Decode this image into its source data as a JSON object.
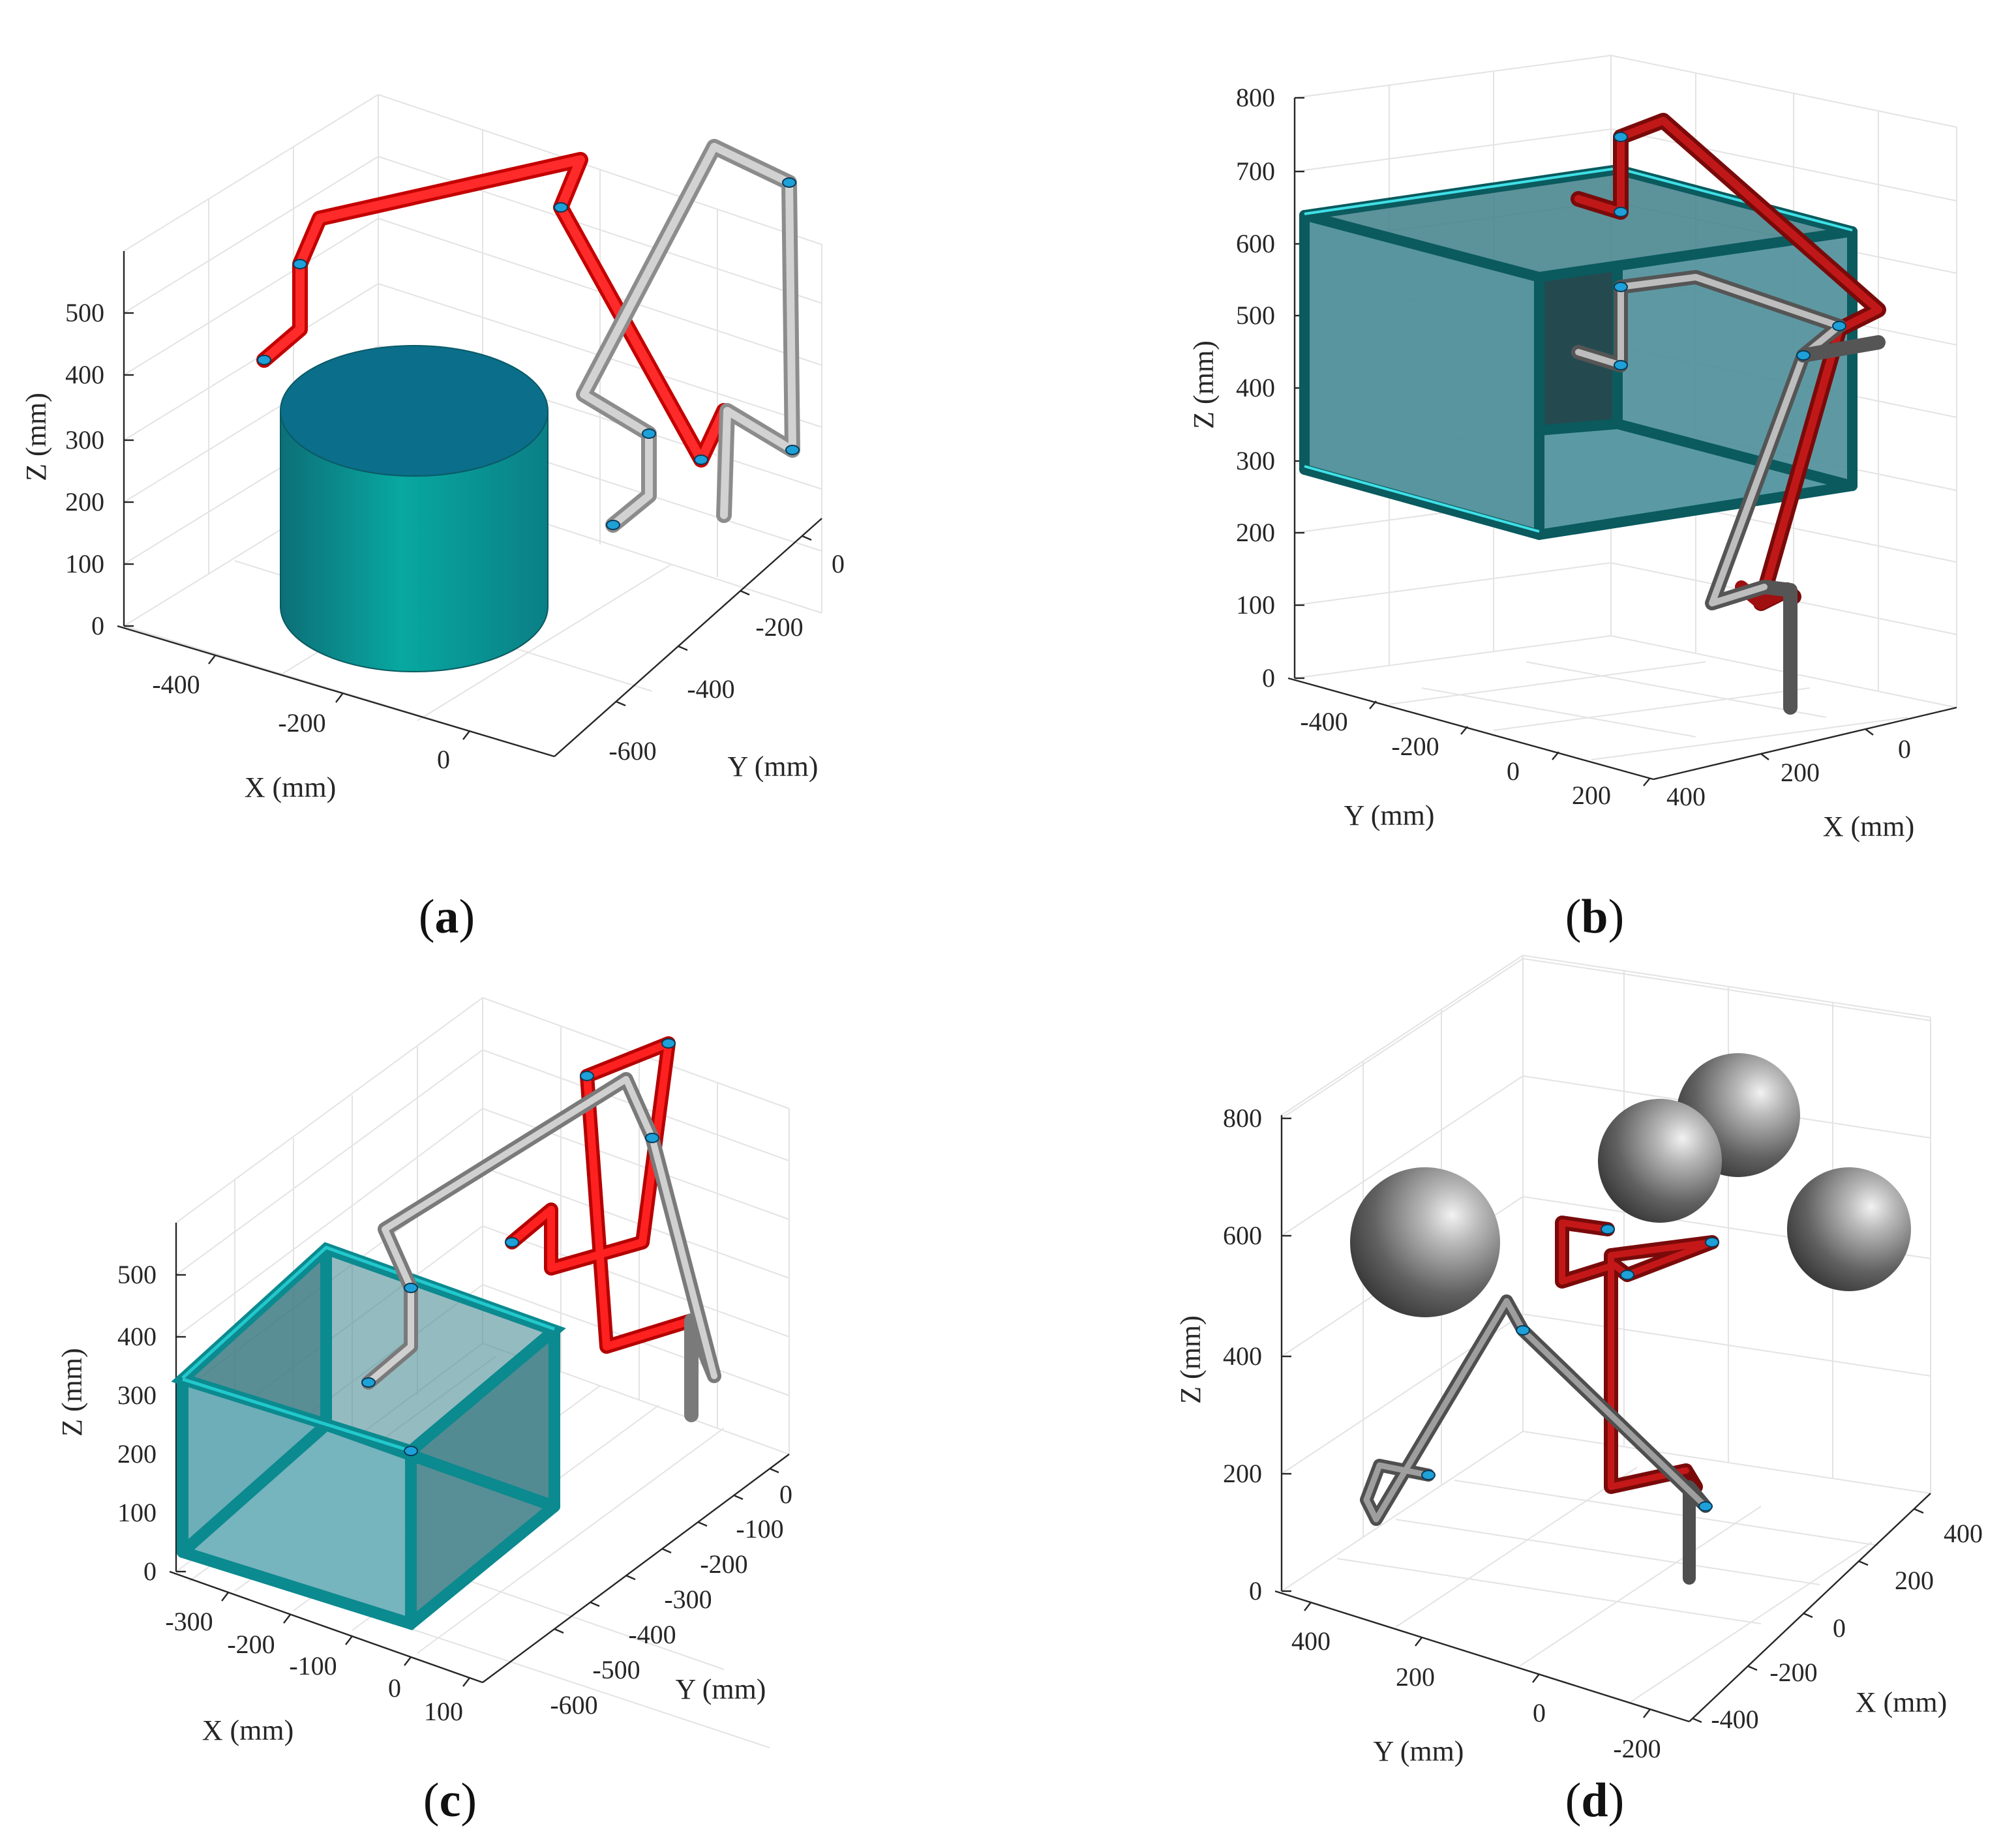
{
  "panels": [
    {
      "id": "a",
      "label": "a",
      "x_axis": {
        "label": "X (mm)",
        "ticks": [
          "-400",
          "-200",
          "0"
        ]
      },
      "y_axis": {
        "label": "Y (mm)",
        "ticks": [
          "0",
          "-200",
          "-400",
          "-600"
        ]
      },
      "z_axis": {
        "label": "Z (mm)",
        "ticks": [
          "0",
          "100",
          "200",
          "300",
          "400",
          "500"
        ]
      },
      "obstacle": "cylinder",
      "arms": [
        {
          "color": "#ff1a1a"
        },
        {
          "color": "#b8b8b8"
        }
      ]
    },
    {
      "id": "b",
      "label": "b",
      "x_axis": {
        "label": "X (mm)",
        "ticks": [
          "400",
          "200",
          "0"
        ]
      },
      "y_axis": {
        "label": "Y (mm)",
        "ticks": [
          "-400",
          "-200",
          "0",
          "200"
        ]
      },
      "z_axis": {
        "label": "Z (mm)",
        "ticks": [
          "0",
          "100",
          "200",
          "300",
          "400",
          "500",
          "600",
          "700",
          "800"
        ]
      },
      "obstacle": "box-frame",
      "arms": [
        {
          "color": "#a01010"
        },
        {
          "color": "#6e6e6e"
        }
      ]
    },
    {
      "id": "c",
      "label": "c",
      "x_axis": {
        "label": "X (mm)",
        "ticks": [
          "-300",
          "-200",
          "-100",
          "0",
          "100"
        ]
      },
      "y_axis": {
        "label": "Y (mm)",
        "ticks": [
          "0",
          "-100",
          "-200",
          "-300",
          "-400",
          "-500",
          "-600"
        ]
      },
      "z_axis": {
        "label": "Z (mm)",
        "ticks": [
          "0",
          "100",
          "200",
          "300",
          "400",
          "500"
        ]
      },
      "obstacle": "open-box",
      "arms": [
        {
          "color": "#ff1a1a"
        },
        {
          "color": "#a8a8a8"
        }
      ]
    },
    {
      "id": "d",
      "label": "d",
      "x_axis": {
        "label": "X (mm)",
        "ticks": [
          "400",
          "200",
          "0",
          "-200",
          "-400"
        ]
      },
      "y_axis": {
        "label": "Y (mm)",
        "ticks": [
          "400",
          "200",
          "0",
          "-200"
        ]
      },
      "z_axis": {
        "label": "Z (mm)",
        "ticks": [
          "0",
          "200",
          "400",
          "600",
          "800"
        ]
      },
      "obstacle": "spheres",
      "arms": [
        {
          "color": "#b01818"
        },
        {
          "color": "#6e6e6e"
        }
      ]
    }
  ],
  "colors": {
    "cylinder_top": "#0b6e8a",
    "cylinder_side": "#08a8a0",
    "box_frame": "#0b8a8f",
    "box_face": "#4f8f99",
    "sphere_dark": "#4a4a4a",
    "sphere_light": "#d8d8d8",
    "joint": "#1ea0d8"
  }
}
